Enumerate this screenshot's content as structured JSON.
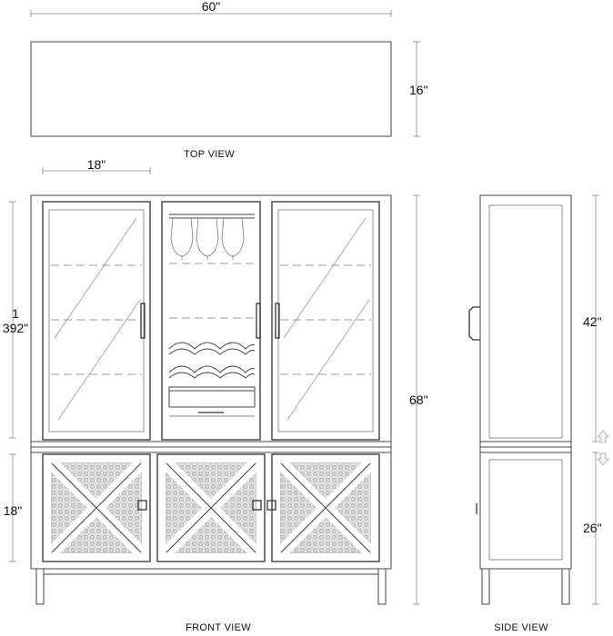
{
  "dimensions": {
    "top_width": "60\"",
    "top_depth": "16\"",
    "door_width": "18\"",
    "upper_height_line1": "1",
    "upper_height_line2": "392\"",
    "overall_height": "68\"",
    "lower_height": "18\"",
    "side_upper_height": "42\"",
    "side_lower_height": "26\""
  },
  "captions": {
    "top_view": "TOP VIEW",
    "front_view": "FRONT VIEW",
    "side_view": "SIDE VIEW"
  }
}
